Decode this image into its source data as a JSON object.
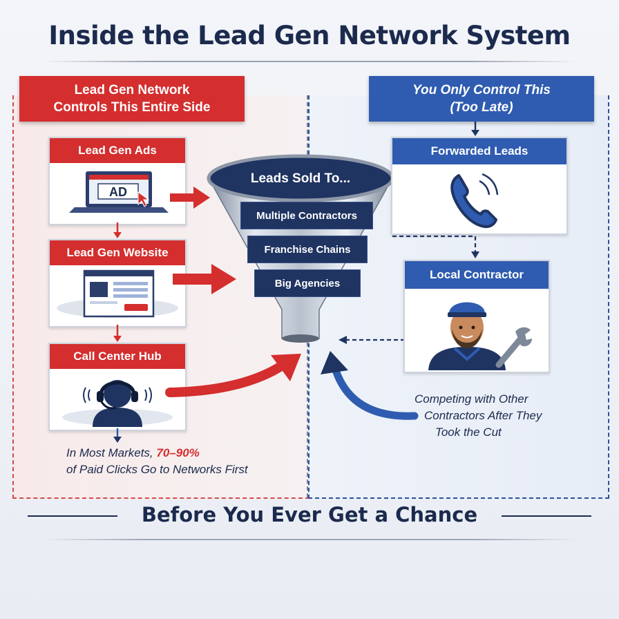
{
  "title": "Inside the Lead Gen Network System",
  "left_banner": {
    "line1": "Lead Gen Network",
    "line2": "Controls This Entire Side"
  },
  "right_banner": {
    "line1": "You Only Control This",
    "line2": "(Too Late)"
  },
  "left_steps": [
    {
      "label": "Lead Gen Ads",
      "icon": "laptop-ad-icon",
      "screen_text": "AD"
    },
    {
      "label": "Lead Gen Website",
      "icon": "browser-window-icon"
    },
    {
      "label": "Call Center Hub",
      "icon": "headset-agent-icon"
    }
  ],
  "funnel": {
    "title": "Leads Sold To...",
    "items": [
      "Multiple Contractors",
      "Franchise Chains",
      "Big Agencies"
    ]
  },
  "right_steps": [
    {
      "label": "Forwarded Leads",
      "icon": "phone-icon"
    },
    {
      "label": "Local Contractor",
      "icon": "contractor-wrench-icon"
    }
  ],
  "right_note": {
    "line1": "Competing with Other",
    "line2": "Contractors After They",
    "line3": "Took the Cut"
  },
  "left_note": {
    "line1_prefix": "In Most Markets, ",
    "line1_highlight": "70–90%",
    "line2": "of Paid Clicks Go to Networks First"
  },
  "footer": "Before You Ever Get a Chance",
  "colors": {
    "red": "#d42e2e",
    "blue": "#2f5cb0",
    "navy": "#1b2a4d"
  }
}
